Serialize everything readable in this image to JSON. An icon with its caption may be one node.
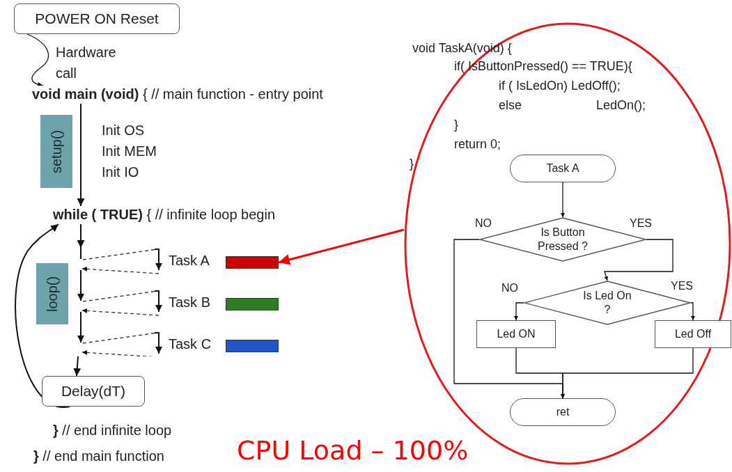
{
  "diagram": {
    "caption": "CPU Load – 100%",
    "nodes": [
      {
        "text": [
          "POWER ON Reset"
        ]
      },
      {
        "text": [
          "**void main (void)** { // main function - entry point"
        ]
      },
      {
        "text": [
          "setup()"
        ]
      },
      {
        "text": [
          "**while ( TRUE)** { // infinite loop begin"
        ]
      },
      {
        "text": [
          "loop()"
        ]
      },
      {
        "text": [],
        "shape": "zigzag"
      },
      {
        "text": [],
        "shape": "bar"
      },
      {
        "text": [],
        "shape": "bar"
      },
      {
        "text": [],
        "shape": "bar"
      },
      {
        "text": [
          "Delay(dT)"
        ]
      },
      {
        "text": [],
        "shape": "ellipse"
      },
      {
        "text": [
          "Task A"
        ],
        "in": 10
      },
      {
        "text": [
          "Is Button Pressed ?"
        ],
        "in": 10
      },
      {
        "text": [
          "Is Led On ?"
        ],
        "in": 10
      },
      {
        "text": [
          "Led ON"
        ],
        "in": 10
      },
      {
        "text": [
          "Led Off"
        ],
        "in": 10
      },
      {
        "text": [
          "ret"
        ],
        "in": 10
      }
    ],
    "edges": [
      {
        "from": 0,
        "to": 1,
        "arrow": "to",
        "label": "Hardware call"
      },
      {
        "from": 1,
        "to": 3,
        "arrow": "to"
      },
      {
        "from": 3,
        "to": 5,
        "arrow": "to"
      },
      {
        "from": 5,
        "to": 9,
        "arrow": "to"
      },
      {
        "from": 9,
        "to": 3,
        "arrow": "to"
      },
      {
        "from": 10,
        "to": 6,
        "arrow": "to",
        "style": "thick",
        "color": "#ff0000"
      },
      {
        "from": 11,
        "to": 12,
        "arrow": "to"
      },
      {
        "from": 12,
        "to": 16,
        "arrow": "to",
        "label": "NO"
      },
      {
        "from": 12,
        "to": 13,
        "arrow": "to",
        "label": "YES"
      },
      {
        "from": 13,
        "to": 14,
        "arrow": "to",
        "label": "NO"
      },
      {
        "from": 13,
        "to": 15,
        "arrow": "to",
        "label": "YES"
      },
      {
        "from": 14,
        "to": 16,
        "arrow": "to"
      },
      {
        "from": 15,
        "to": 16,
        "arrow": "to"
      }
    ],
    "labels": [
      "Init OS",
      "Init MEM",
      "Init IO",
      "Task A",
      "Task B",
      "Task C",
      "**}** // end infinite loop",
      "**}** // end main function",
      "void TaskA(void) {",
      "if( IsButtonPressed() == TRUE){",
      "if ( IsLedOn) LedOff();",
      "else",
      "LedOn();",
      "}",
      "return 0;",
      "}"
    ]
  }
}
